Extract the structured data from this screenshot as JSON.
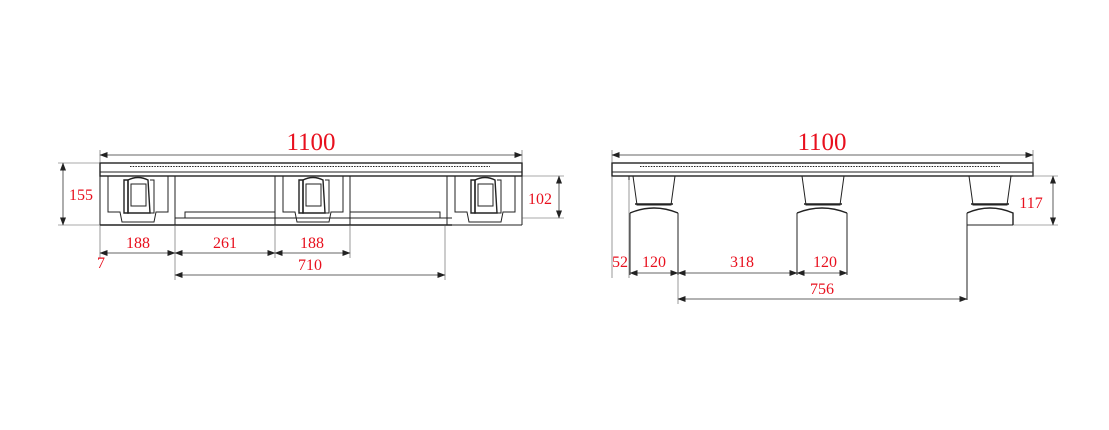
{
  "colors": {
    "dimension_text": "#e8101e",
    "lines": "#222222"
  },
  "left_view": {
    "width_label": "1100",
    "height_label": "155",
    "inner_height_label": "102",
    "offset_label": "7",
    "span_a_label": "188",
    "span_b_label": "261",
    "span_c_label": "188",
    "span_total_label": "710"
  },
  "right_view": {
    "width_label": "1100",
    "height_label": "117",
    "offset_label": "52",
    "span_a_label": "120",
    "span_b_label": "318",
    "span_c_label": "120",
    "span_total_label": "756"
  }
}
